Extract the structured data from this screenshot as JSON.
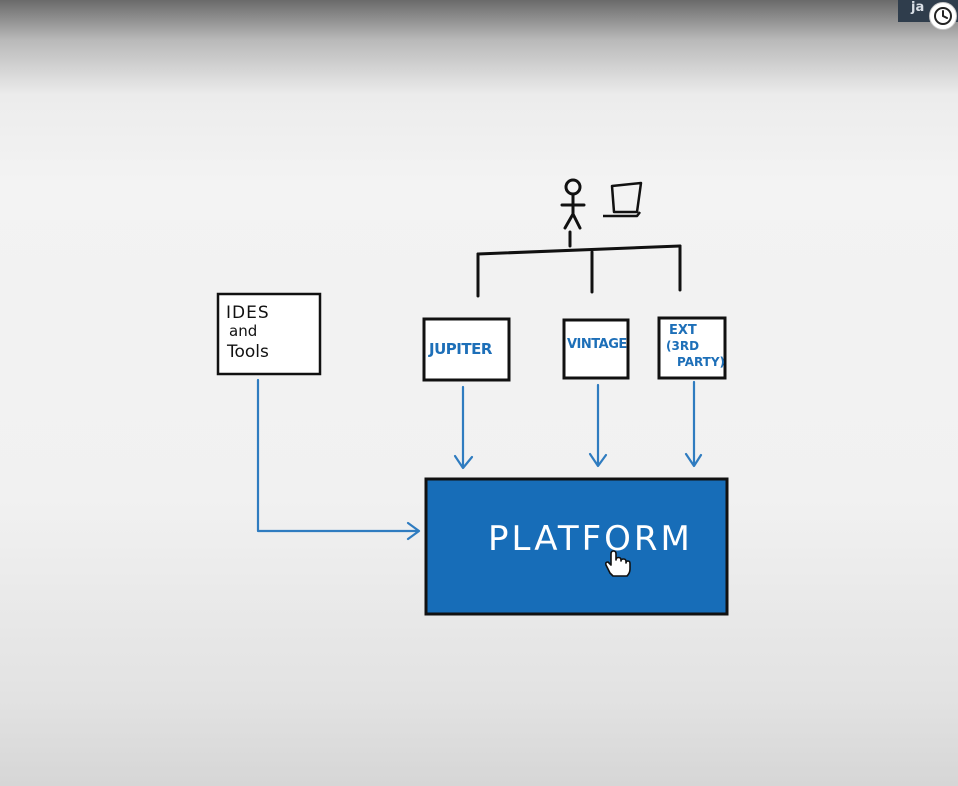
{
  "video": {
    "channel_tag": "ja",
    "watch_later_icon": "clock-icon"
  },
  "diagram": {
    "left_box": {
      "line1": "IDES",
      "line2": "and",
      "line3": "Tools"
    },
    "clients": [
      {
        "label": "JUPITER"
      },
      {
        "label": "VINTAGE"
      },
      {
        "line1": "EXT",
        "line2": "(3RD",
        "line3": "PARTY)"
      }
    ],
    "platform": {
      "label": "PLATFORM"
    },
    "user_icon": "stick-figure-icon",
    "laptop_icon": "laptop-icon",
    "cursor_icon": "hand-cursor-icon",
    "colors": {
      "ink": "#111111",
      "blue": "#1d6fb8",
      "platform_fill": "#176db8",
      "platform_text": "#ffffff"
    }
  }
}
